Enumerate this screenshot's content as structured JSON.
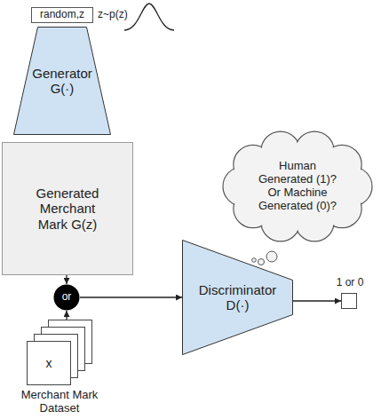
{
  "diagram": {
    "nodes": [
      {
        "text": [
          "random,z"
        ]
      },
      {
        "text": [
          "Generator G(·)"
        ]
      },
      {
        "text": [
          "Generated Merchant Mark G(z)"
        ]
      },
      {
        "text": [
          "or"
        ]
      },
      {
        "text": [
          "x",
          "Merchant Mark Dataset"
        ]
      },
      {
        "text": [
          "Human Generated (1)? Or Machine Generated (0)?"
        ]
      },
      {
        "text": [
          "Discriminator D(·)"
        ]
      },
      {
        "text": [
          "1 or 0"
        ]
      }
    ],
    "edges": [
      {
        "from": 2,
        "to": 3,
        "arrow": "to"
      },
      {
        "from": 4,
        "to": 3,
        "arrow": "to"
      },
      {
        "from": 3,
        "to": 6,
        "arrow": "to"
      },
      {
        "from": 6,
        "to": 7,
        "arrow": "to"
      }
    ],
    "labels": [
      "z~p(z)"
    ]
  }
}
